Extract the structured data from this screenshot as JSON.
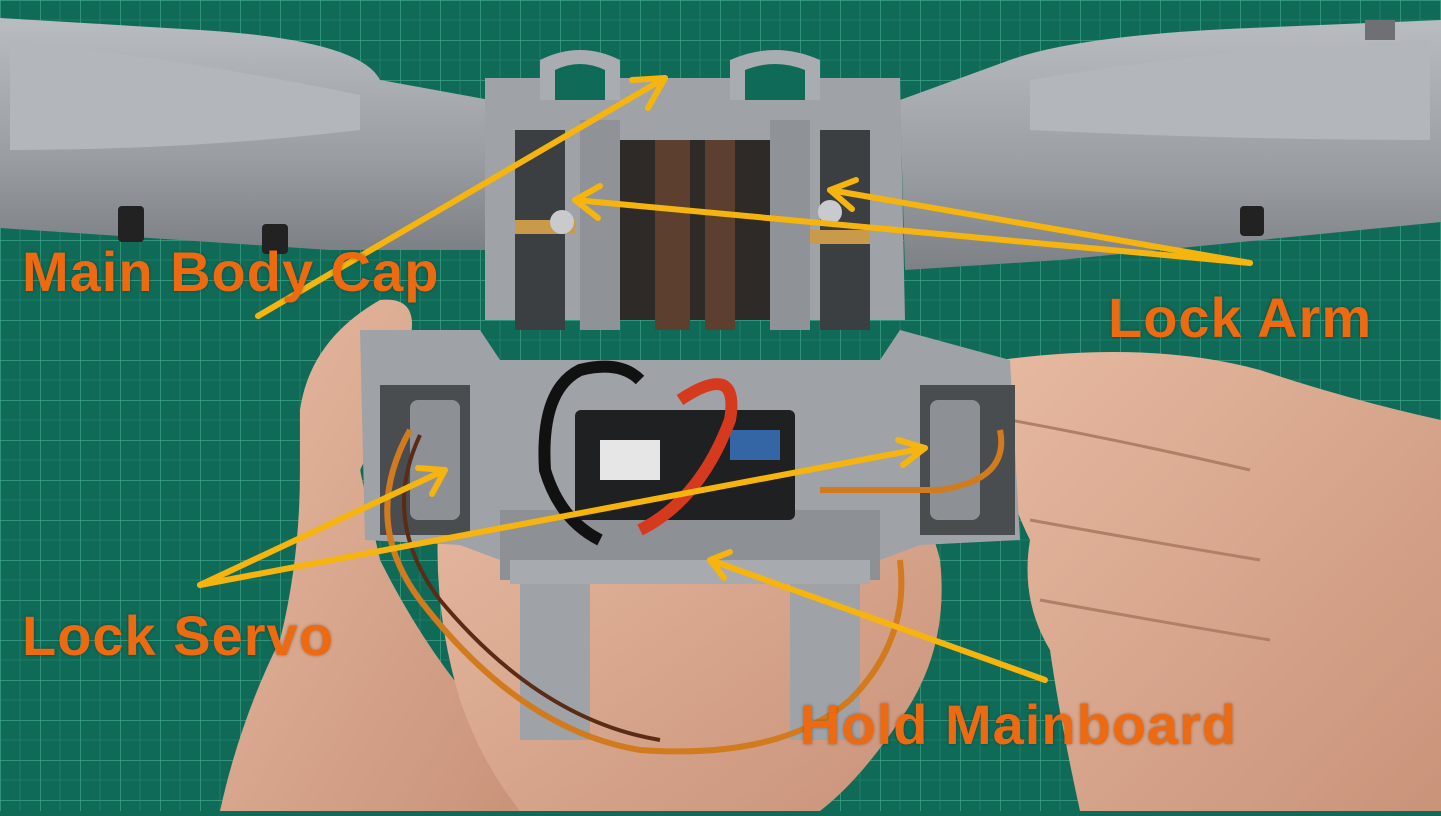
{
  "colors": {
    "label_text": "#ee6a11",
    "arrow": "#f6b40f",
    "cutting_mat": "#0f6b58",
    "grid_line": "#3fa487",
    "printed_part": "#9c9fa3",
    "skin": "#d7a68c"
  },
  "labels": {
    "main_body_cap": "Main Body Cap",
    "lock_arm": "Lock Arm",
    "lock_servo": "Lock Servo",
    "hold_mainboard": "Hold Mainboard"
  }
}
